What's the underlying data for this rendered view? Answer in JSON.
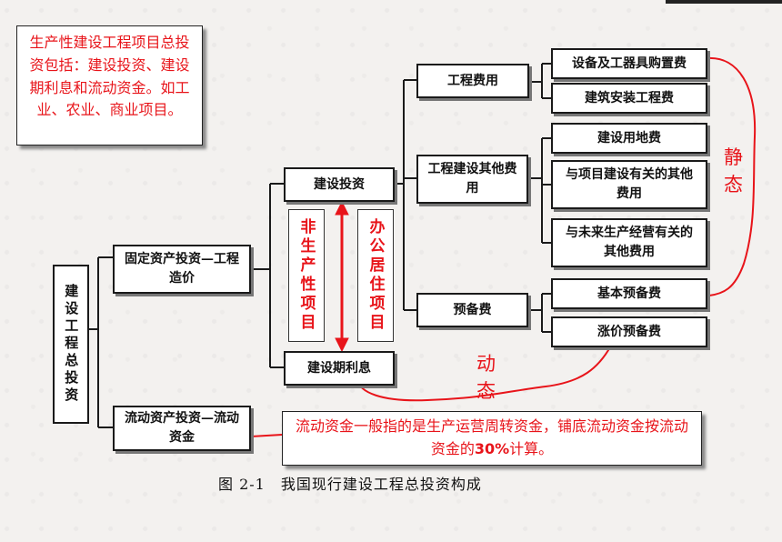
{
  "note_top": "生产性建设工程项目总投资包括：建设投资、建设期利息和流动资金。如工业、农业、商业项目。",
  "nodes": {
    "root": "建设工程总投资",
    "fixed_asset": "固定资产投资—工程造价",
    "working_capital": "流动资产投资—流动资金",
    "construction_investment": "建设投资",
    "construction_interest": "建设期利息",
    "engineering_cost": "工程费用",
    "other_cost": "工程建设其他费用",
    "reserve": "预备费",
    "equipment": "设备及工器具购置费",
    "installation": "建筑安装工程费",
    "land": "建设用地费",
    "project_related": "与项目建设有关的其他费用",
    "future_production": "与未来生产经营有关的其他费用",
    "basic_reserve": "基本预备费",
    "price_reserve": "涨价预备费"
  },
  "labels": {
    "non_productive": "非生产性项目",
    "office_residential": "办公居住项目",
    "static": "静态",
    "dynamic": "动态"
  },
  "note_bottom": {
    "part1": "流动资金一般指的是生产运营周转资金，铺底流动资金按流动资金的",
    "highlight": "30%",
    "part2": "计算。"
  },
  "caption": "图 2-1　我国现行建设工程总投资构成",
  "colors": {
    "accent_red": "#e8141a",
    "line": "#1a1a1a"
  }
}
